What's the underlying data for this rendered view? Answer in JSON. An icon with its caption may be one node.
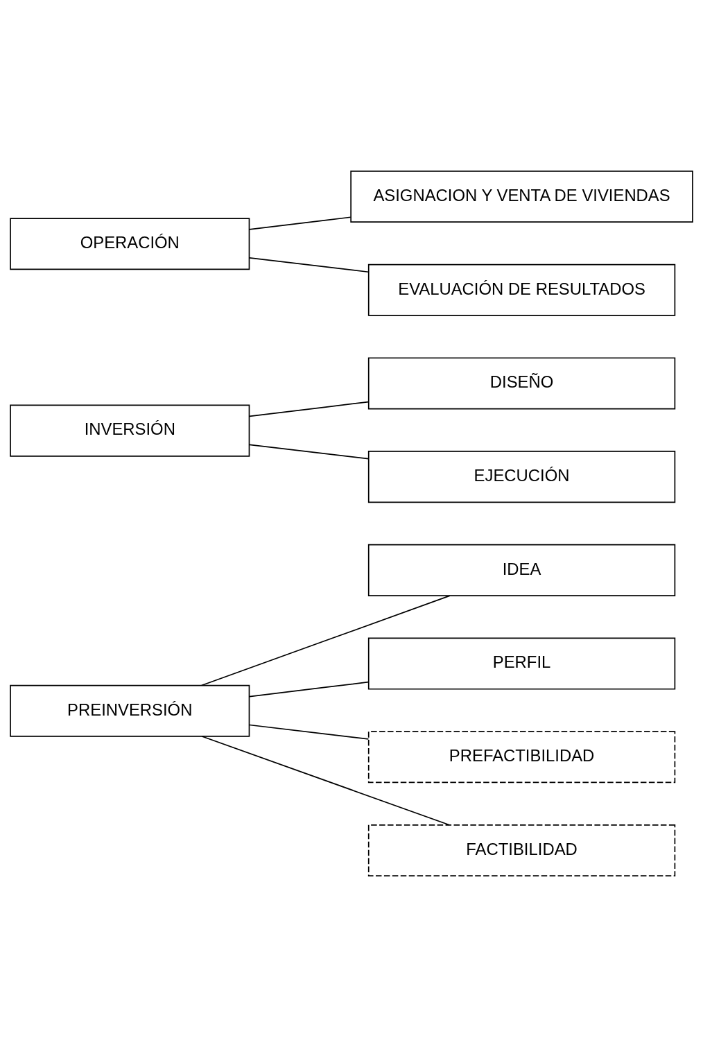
{
  "diagram": {
    "nodes": [
      {
        "text": [
          "PREINVERSIÓN"
        ]
      },
      {
        "text": [
          "IDEA"
        ]
      },
      {
        "text": [
          "PERFIL"
        ]
      },
      {
        "text": [
          "PREFACTIBILIDAD"
        ]
      },
      {
        "text": [
          "FACTIBILIDAD"
        ]
      },
      {
        "text": [
          "INVERSIÓN"
        ]
      },
      {
        "text": [
          "DISEÑO"
        ]
      },
      {
        "text": [
          "EJECUCIÓN"
        ]
      },
      {
        "text": [
          "OPERACIÓN"
        ]
      },
      {
        "text": [
          "ASIGNACION Y VENTA DE VIVIENDAS"
        ]
      },
      {
        "text": [
          "EVALUACIÓN DE RESULTADOS"
        ]
      }
    ],
    "edges": [
      {
        "from": 0,
        "to": 1,
        "arrow": "none"
      },
      {
        "from": 0,
        "to": 2,
        "arrow": "none"
      },
      {
        "from": 0,
        "to": 3,
        "arrow": "none"
      },
      {
        "from": 0,
        "to": 4,
        "arrow": "none"
      },
      {
        "from": 5,
        "to": 6,
        "arrow": "none"
      },
      {
        "from": 5,
        "to": 7,
        "arrow": "none"
      },
      {
        "from": 8,
        "to": 9,
        "arrow": "none"
      },
      {
        "from": 8,
        "to": 10,
        "arrow": "none"
      }
    ]
  }
}
